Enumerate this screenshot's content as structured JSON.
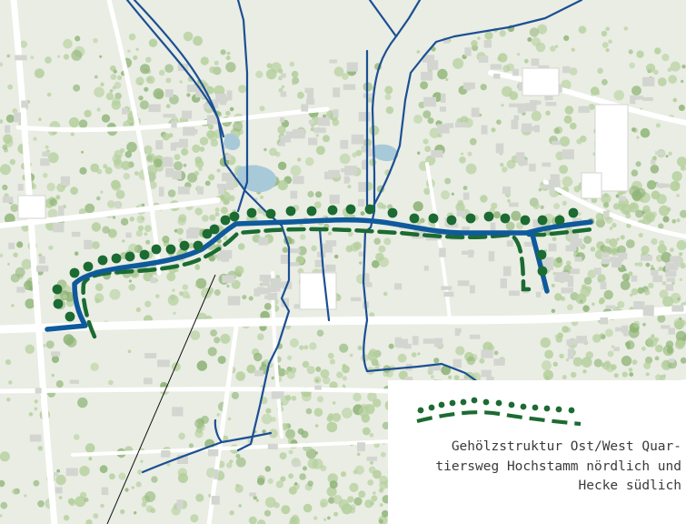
{
  "map": {
    "colors": {
      "base": "#e9ede3",
      "vegetation": "#b4cf9c",
      "vegetation_dark": "#8fb477",
      "roads": "#ffffff",
      "buildings": "#d3d6d0",
      "water": "#a8c9d8",
      "path_blue": "#0f5a9c",
      "boundary_blue": "#1c4f94",
      "hedge_green": "#1b6b32",
      "annotation_line": "#111111"
    },
    "icons": {
      "tree_row": "dot-row-icon",
      "hedge": "dashed-line-icon",
      "path": "thick-blue-line-icon"
    }
  },
  "legend": {
    "caption": "Gehölzstruktur Ost/West Quartiersweg Hochstamm nördlich und Hecke südlich",
    "caption_lines": [
      "Gehölzstruktur Ost/West Quar-",
      "tiersweg Hochstamm nördlich und",
      "Hecke südlich"
    ]
  }
}
